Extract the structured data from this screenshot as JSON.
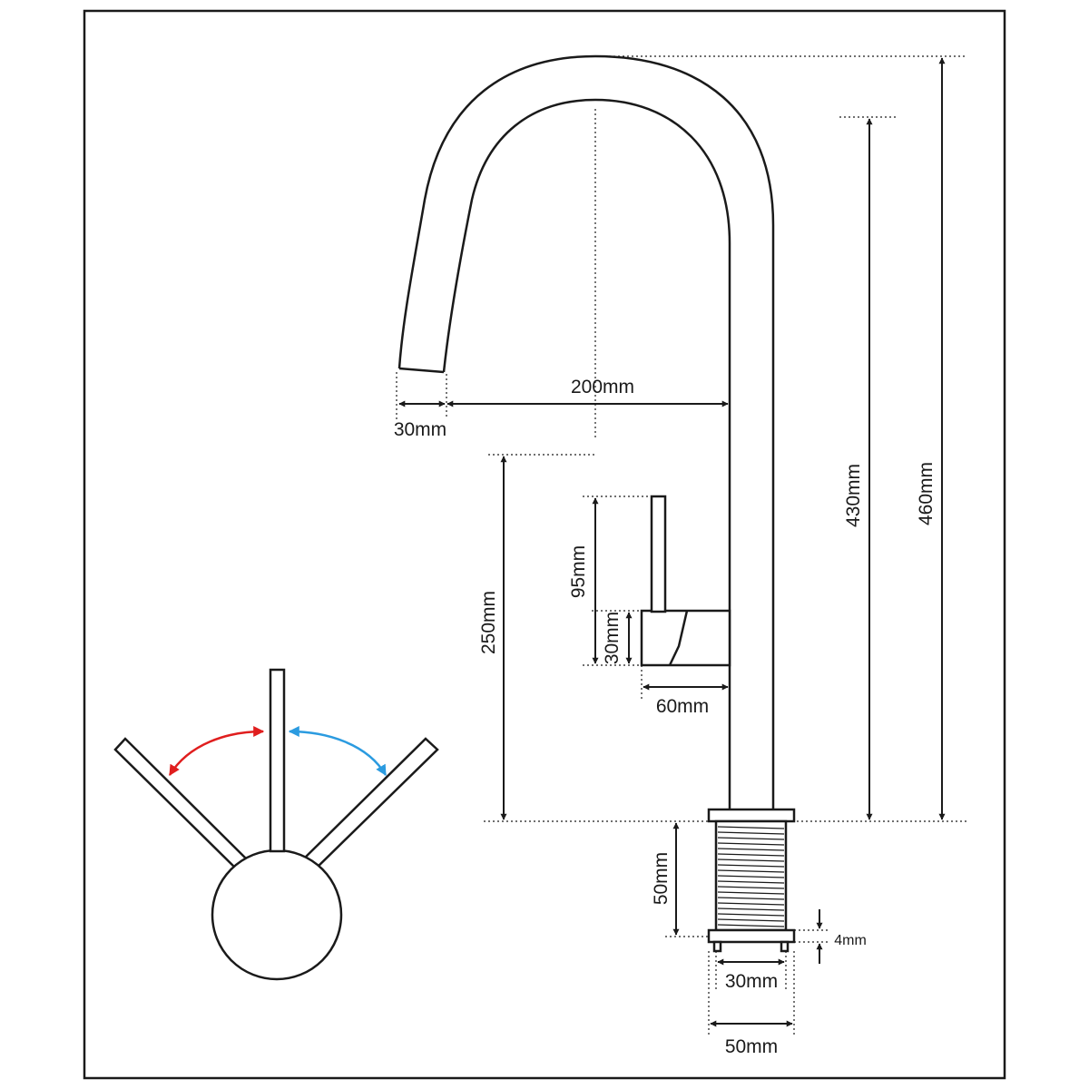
{
  "dimensions": {
    "spout_outlet_width": "30mm",
    "spout_reach": "200mm",
    "handle_height": "250mm",
    "lever_length": "95mm",
    "lever_base_height": "30mm",
    "handle_body_length": "60mm",
    "spout_inner_height": "430mm",
    "total_height": "460mm",
    "thread_length": "50mm",
    "washer_thickness": "4mm",
    "thread_diameter": "30mm",
    "base_diameter": "50mm"
  },
  "colors": {
    "line": "#1a1a1a",
    "hot_arrow": "#e01e1e",
    "cold_arrow": "#2b9be0"
  }
}
